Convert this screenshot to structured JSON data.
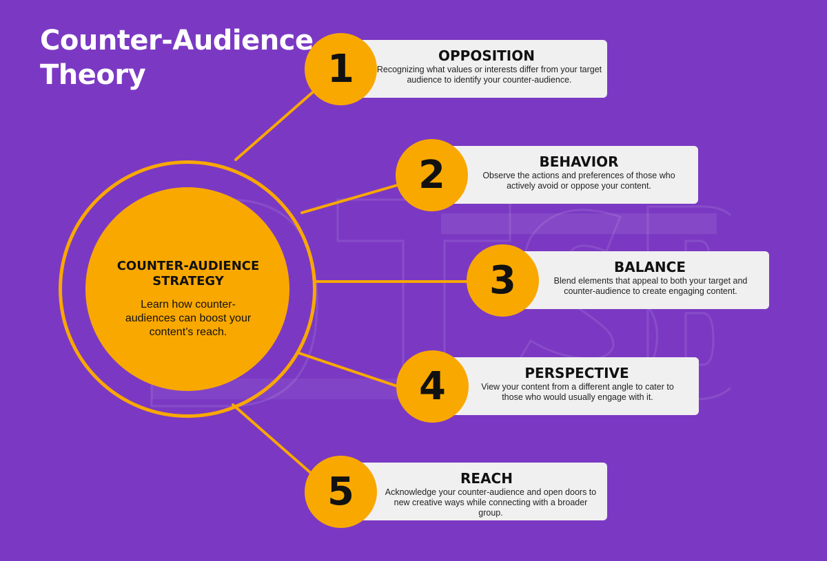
{
  "title": "Counter-Audience Theory",
  "center": {
    "title": "COUNTER-AUDIENCE STRATEGY",
    "description": "Learn how counter-audiences can boost your content’s reach."
  },
  "steps": [
    {
      "number": "1",
      "title": "OPPOSITION",
      "description": "Recognizing what values or interests differ from your target audience to identify your counter-audience."
    },
    {
      "number": "2",
      "title": "BEHAVIOR",
      "description": "Observe the actions and preferences of those who actively avoid or oppose your content."
    },
    {
      "number": "3",
      "title": "BALANCE",
      "description": "Blend elements that appeal to both your target and counter-audience to create engaging content."
    },
    {
      "number": "4",
      "title": "PERSPECTIVE",
      "description": "View your content from a different angle to cater to those who would usually engage with it."
    },
    {
      "number": "5",
      "title": "REACH",
      "description": "Acknowledge your counter-audience and open doors to new creative ways while connecting with a broader group."
    }
  ],
  "watermark": {
    "text": "DTSB"
  },
  "colors": {
    "background": "#7b39c3",
    "accent": "#f9a800",
    "card": "#f0f0f0",
    "text": "#111111"
  }
}
